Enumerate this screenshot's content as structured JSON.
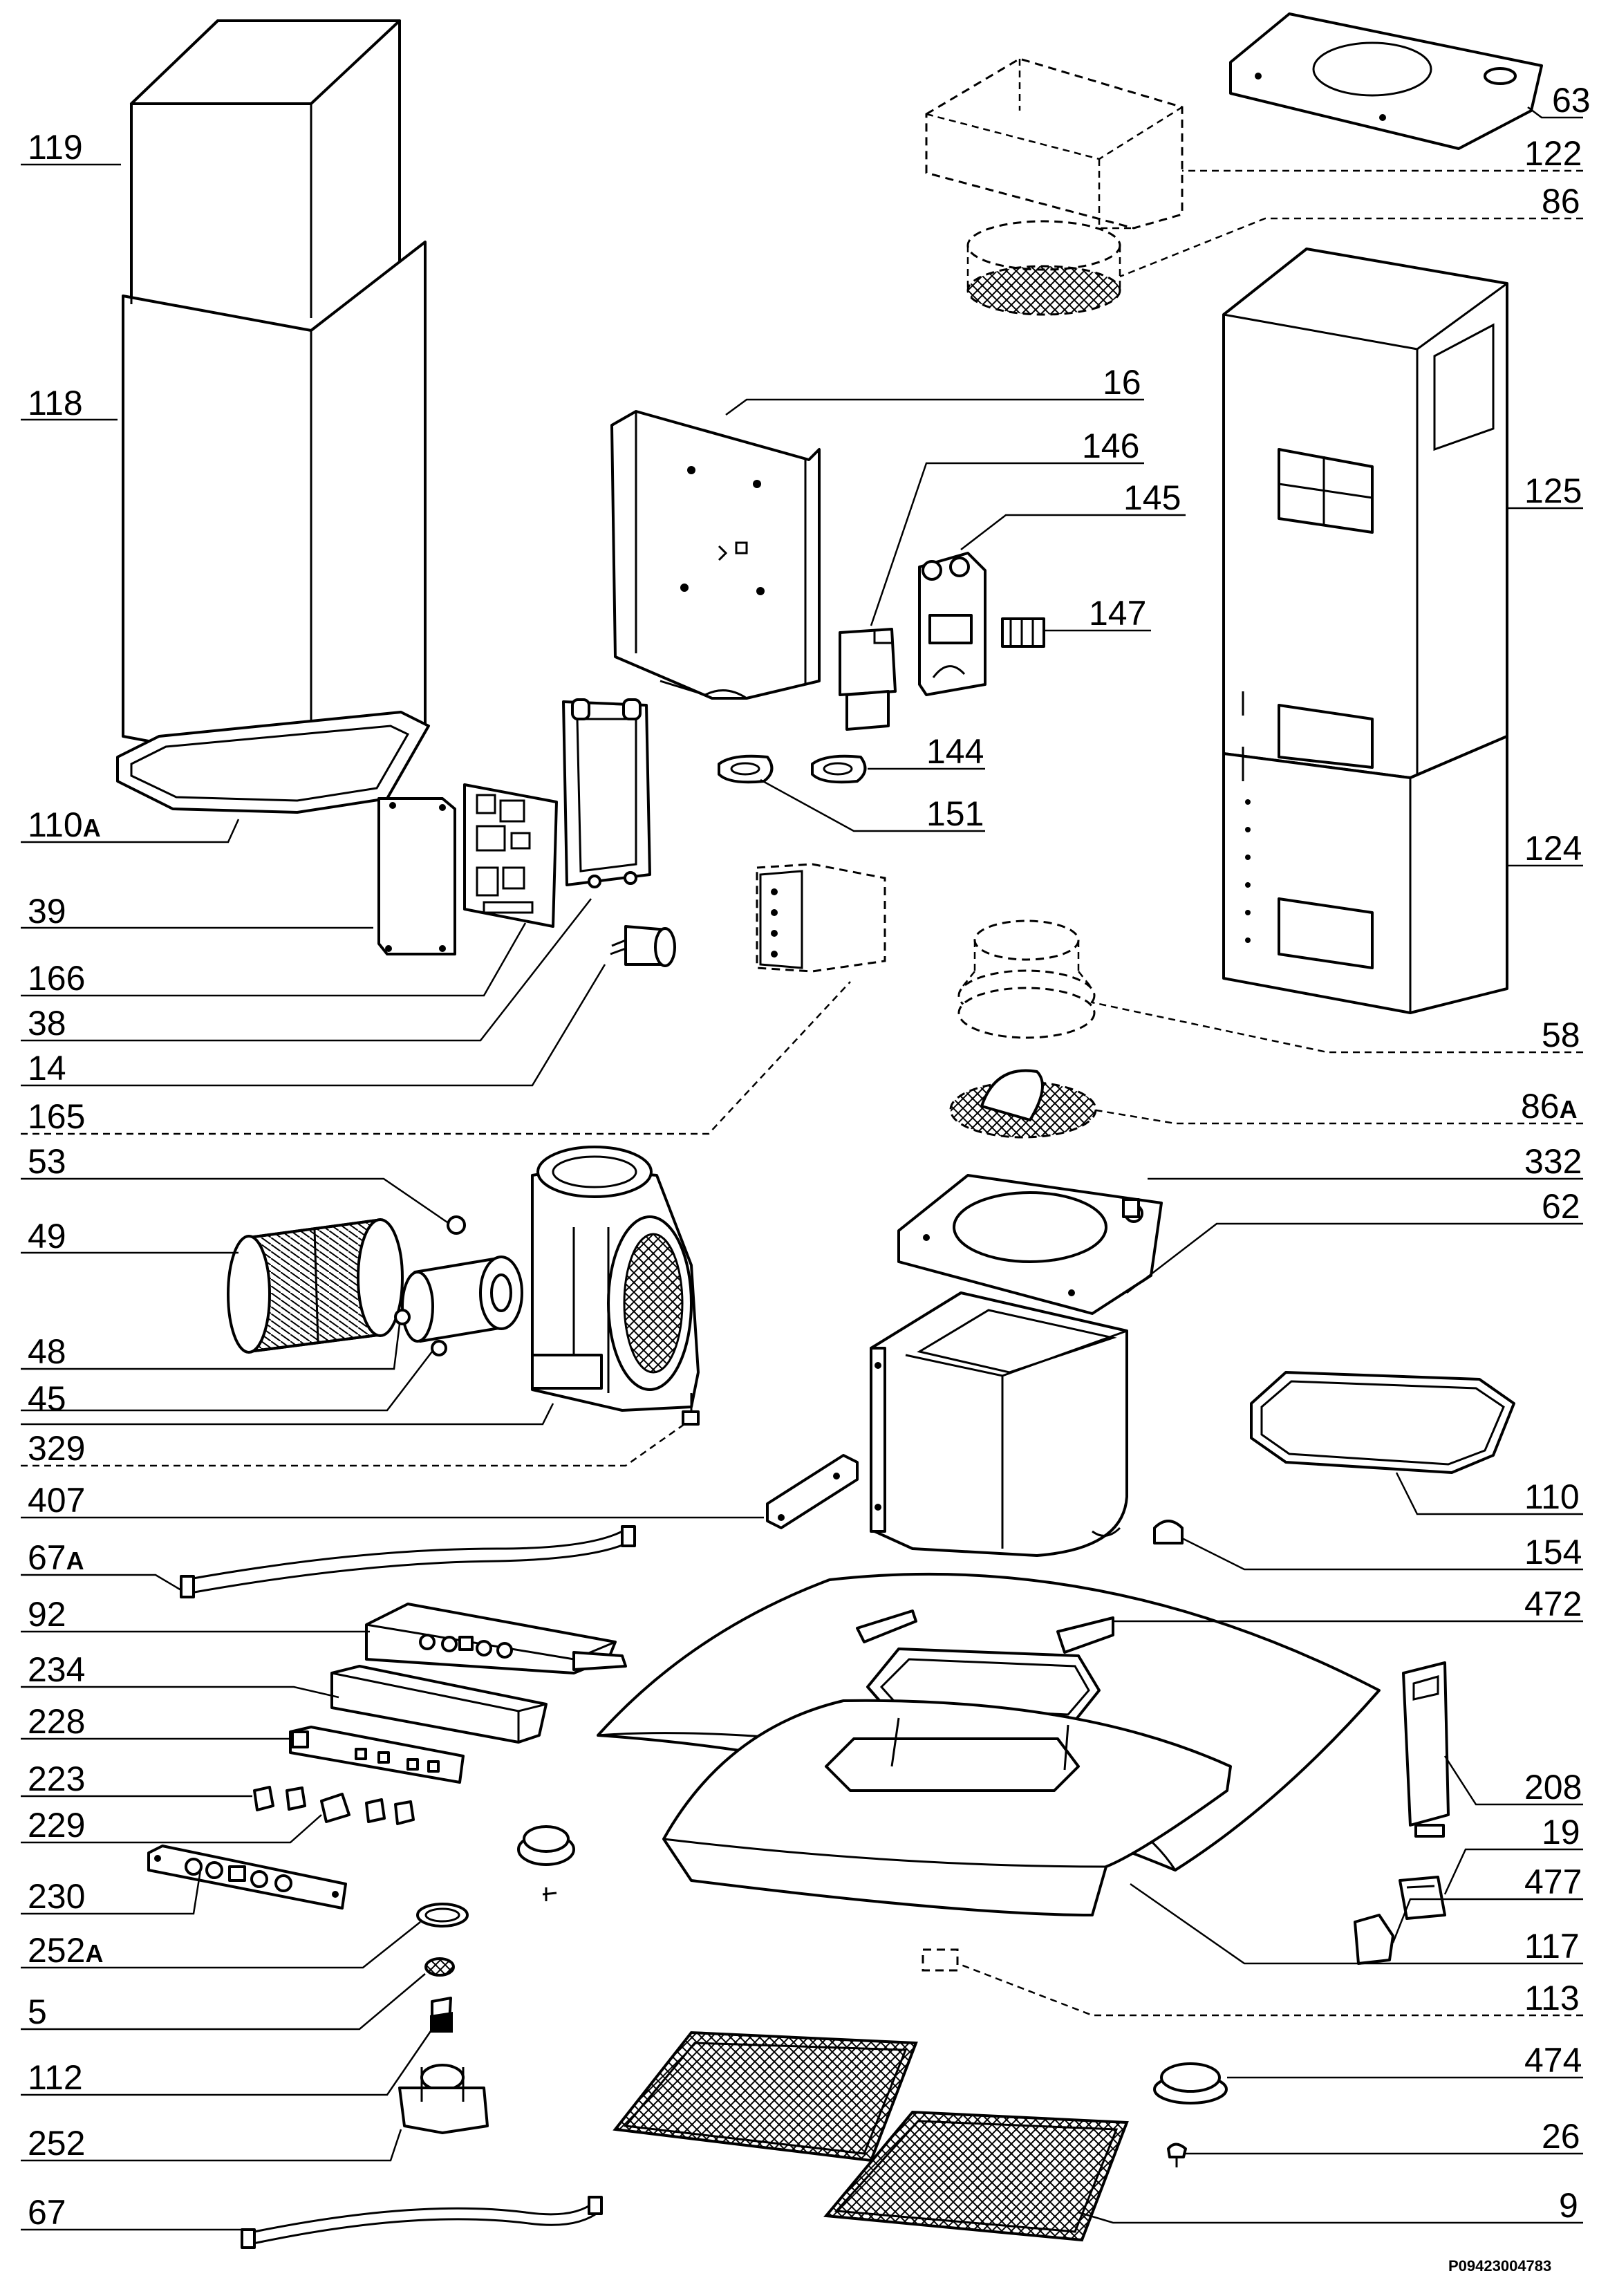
{
  "diagram": {
    "doc_ref": "P09423004783",
    "labels": [
      {
        "key": "119",
        "text": "119"
      },
      {
        "key": "118",
        "text": "118"
      },
      {
        "key": "110a",
        "text": "110",
        "suffix": "A"
      },
      {
        "key": "39",
        "text": "39"
      },
      {
        "key": "166",
        "text": "166"
      },
      {
        "key": "38",
        "text": "38"
      },
      {
        "key": "14",
        "text": "14"
      },
      {
        "key": "165",
        "text": "165"
      },
      {
        "key": "53",
        "text": "53"
      },
      {
        "key": "49",
        "text": "49"
      },
      {
        "key": "48",
        "text": "48"
      },
      {
        "key": "45",
        "text": "45"
      },
      {
        "key": "329",
        "text": "329"
      },
      {
        "key": "407",
        "text": "407"
      },
      {
        "key": "67a",
        "text": "67",
        "suffix": "A"
      },
      {
        "key": "92",
        "text": "92"
      },
      {
        "key": "234",
        "text": "234"
      },
      {
        "key": "228",
        "text": "228"
      },
      {
        "key": "223",
        "text": "223"
      },
      {
        "key": "229",
        "text": "229"
      },
      {
        "key": "230",
        "text": "230"
      },
      {
        "key": "252a",
        "text": "252",
        "suffix": "A"
      },
      {
        "key": "5",
        "text": "5"
      },
      {
        "key": "112",
        "text": "112"
      },
      {
        "key": "252",
        "text": "252"
      },
      {
        "key": "67",
        "text": "67"
      },
      {
        "key": "63",
        "text": "63"
      },
      {
        "key": "122",
        "text": "122"
      },
      {
        "key": "86",
        "text": "86"
      },
      {
        "key": "16",
        "text": "16"
      },
      {
        "key": "146",
        "text": "146"
      },
      {
        "key": "145",
        "text": "145"
      },
      {
        "key": "147",
        "text": "147"
      },
      {
        "key": "125",
        "text": "125"
      },
      {
        "key": "144",
        "text": "144"
      },
      {
        "key": "151",
        "text": "151"
      },
      {
        "key": "124",
        "text": "124"
      },
      {
        "key": "58",
        "text": "58"
      },
      {
        "key": "86a",
        "text": "86",
        "suffix": "A"
      },
      {
        "key": "332",
        "text": "332"
      },
      {
        "key": "62",
        "text": "62"
      },
      {
        "key": "110",
        "text": "110"
      },
      {
        "key": "154",
        "text": "154"
      },
      {
        "key": "472",
        "text": "472"
      },
      {
        "key": "208",
        "text": "208"
      },
      {
        "key": "19",
        "text": "19"
      },
      {
        "key": "477",
        "text": "477"
      },
      {
        "key": "117",
        "text": "117"
      },
      {
        "key": "113",
        "text": "113"
      },
      {
        "key": "474",
        "text": "474"
      },
      {
        "key": "26",
        "text": "26"
      },
      {
        "key": "9",
        "text": "9"
      }
    ]
  }
}
